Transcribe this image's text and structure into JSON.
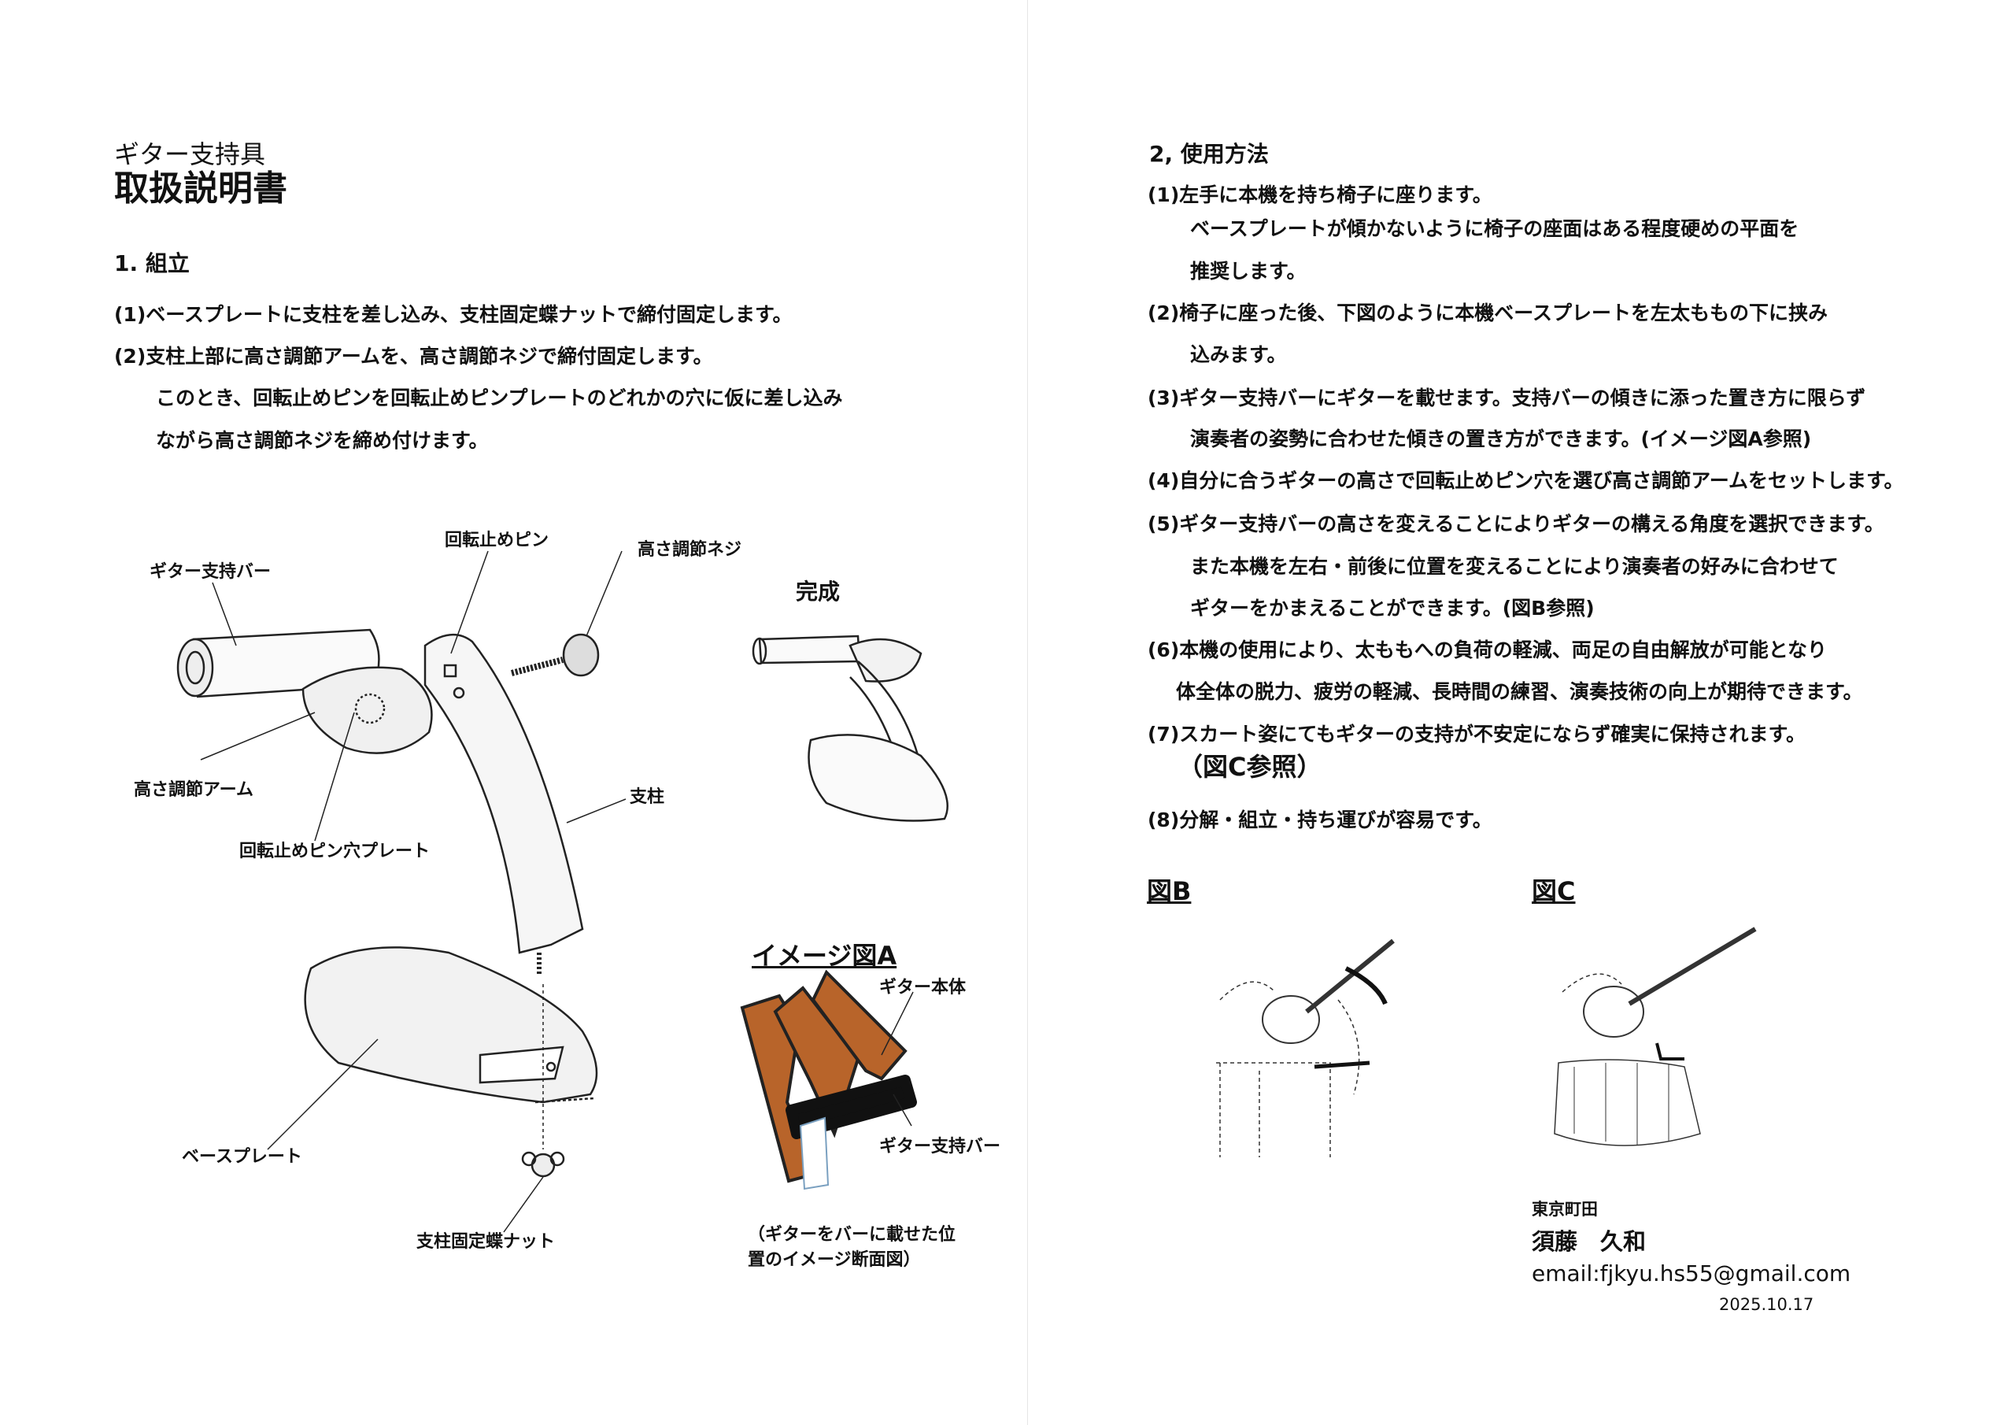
{
  "left": {
    "title_small": "ギター支持具",
    "title_large": "取扱説明書",
    "section1_heading": "1. 組立",
    "lines": [
      "(1)ベースプレートに支柱を差し込み、支柱固定蝶ナットで締付固定します。",
      "(2)支柱上部に高さ調節アームを、高さ調節ネジで締付固定します。",
      "このとき、回転止めピンを回転止めピンプレートのどれかの穴に仮に差し込み",
      "ながら高さ調節ネジを締め付けます。"
    ],
    "diagram_labels": {
      "pin": "回転止めピン",
      "screw": "高さ調節ネジ",
      "bar": "ギター支持バー",
      "complete": "完成",
      "arm": "高さ調節アーム",
      "post": "支柱",
      "pin_plate": "回転止めピン穴プレート",
      "base": "ベースプレート",
      "nut": "支柱固定蝶ナット"
    },
    "image_a": {
      "title": "イメージ図A",
      "guitar_label": "ギター本体",
      "bar_label": "ギター支持バー",
      "caption_1": "（ギターをバーに載せた位",
      "caption_2": "置のイメージ断面図）",
      "guitar_color": "#b8642a"
    }
  },
  "right": {
    "section2_heading": "2, 使用方法",
    "lines": [
      "(1)左手に本機を持ち椅子に座ります。",
      "ベースプレートが傾かないように椅子の座面はある程度硬めの平面を",
      "推奨します。",
      "(2)椅子に座った後、下図のように本機ベースプレートを左太ももの下に挟み",
      "込みます。",
      "(3)ギター支持バーにギターを載せます。支持バーの傾きに添った置き方に限らず",
      "演奏者の姿勢に合わせた傾きの置き方ができます。(イメージ図A参照)",
      "(4)自分に合うギターの高さで回転止めピン穴を選び高さ調節アームをセットします。",
      "(5)ギター支持バーの高さを変えることによりギターの構える角度を選択できます。",
      "また本機を左右・前後に位置を変えることにより演奏者の好みに合わせて",
      "ギターをかまえることができます。(図B参照)",
      "(6)本機の使用により、太ももへの負荷の軽減、両足の自由解放が可能となり",
      "体全体の脱力、疲労の軽減、長時間の練習、演奏技術の向上が期待できます。",
      "(7)スカート姿にてもギターの支持が不安定にならず確実に保持されます。",
      "（図C参照）",
      "(8)分解・組立・持ち運びが容易です。"
    ],
    "figure_b_title": "図B",
    "figure_c_title": "図C",
    "contact": {
      "location": "東京町田",
      "name": "須藤　久和",
      "email": "email:fjkyu.hs55@gmail.com",
      "date": "2025.10.17"
    }
  }
}
